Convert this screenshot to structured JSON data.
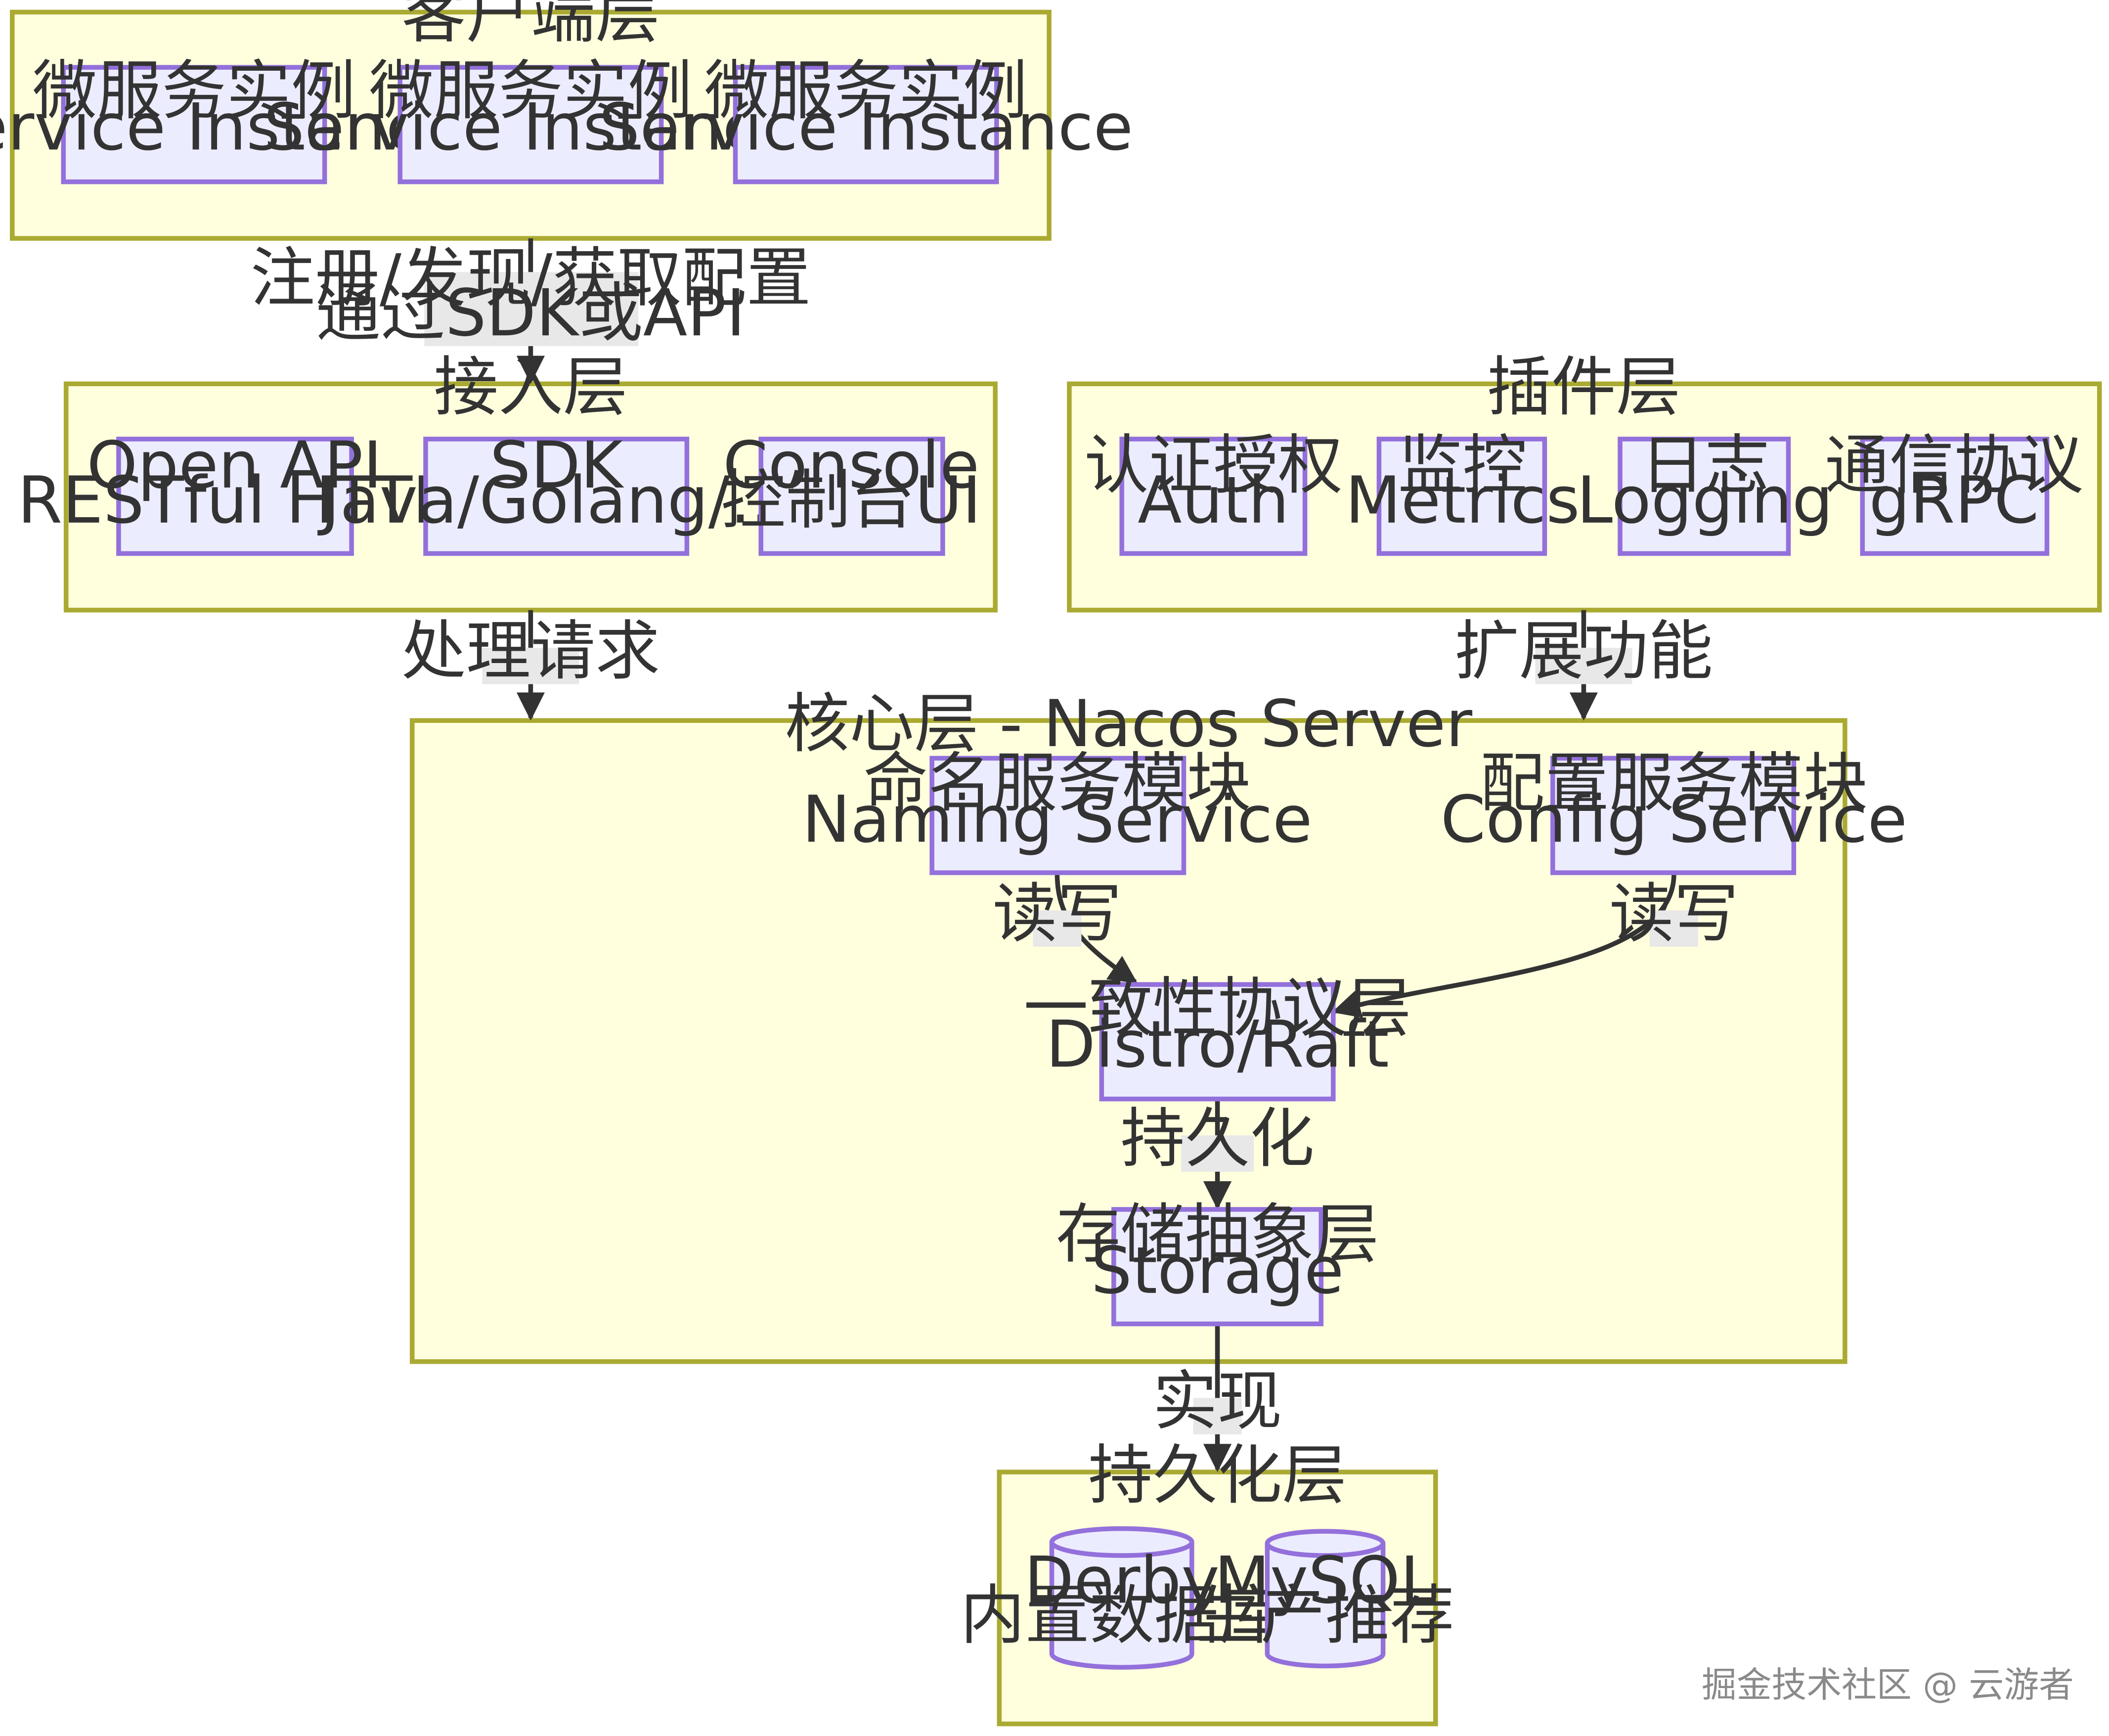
{
  "clusters": {
    "client": "客户端层",
    "access": "接入层",
    "plugin": "插件层",
    "core": "核心层 - Nacos Server",
    "persistence": "持久化层"
  },
  "nodes": {
    "svc1": [
      "微服务实例",
      "Service Instance"
    ],
    "svc2": [
      "微服务实例",
      "Service Instance"
    ],
    "svc3": [
      "微服务实例",
      "Service Instance"
    ],
    "open_api": [
      "Open API",
      "RESTful HTTP"
    ],
    "sdk": [
      "SDK",
      "Java/Golang/..."
    ],
    "console": [
      "Console",
      "控制台UI"
    ],
    "auth": [
      "认证授权",
      "Auth"
    ],
    "metrics": [
      "监控",
      "Metrics"
    ],
    "logging": [
      "日志",
      "Logging"
    ],
    "grpc": [
      "通信协议",
      "gRPC"
    ],
    "naming": [
      "命名服务模块",
      "Naming Service"
    ],
    "config": [
      "配置服务模块",
      "Config Service"
    ],
    "consistency": [
      "一致性协议层",
      "Distro/Raft"
    ],
    "storage": [
      "存储抽象层",
      "Storage"
    ],
    "derby": [
      "Derby",
      "内置数据库"
    ],
    "mysql": [
      "MySQL",
      "生产推荐"
    ]
  },
  "edges": {
    "client_to_access": [
      "注册/发现/获取配置",
      "通过SDK或API"
    ],
    "access_to_core": "处理请求",
    "plugin_to_core": "扩展功能",
    "naming_to_consistency": "读写",
    "config_to_consistency": "读写",
    "consistency_to_storage": "持久化",
    "storage_to_persistence": "实现"
  },
  "watermark": "掘金技术社区 @ 云游者",
  "colors": {
    "cluster_fill": "#ffffde",
    "cluster_stroke": "#aaaa33",
    "node_fill": "#ececff",
    "node_stroke": "#9370db",
    "edge": "#333333",
    "edge_label_bg": "#e8e8e8"
  }
}
